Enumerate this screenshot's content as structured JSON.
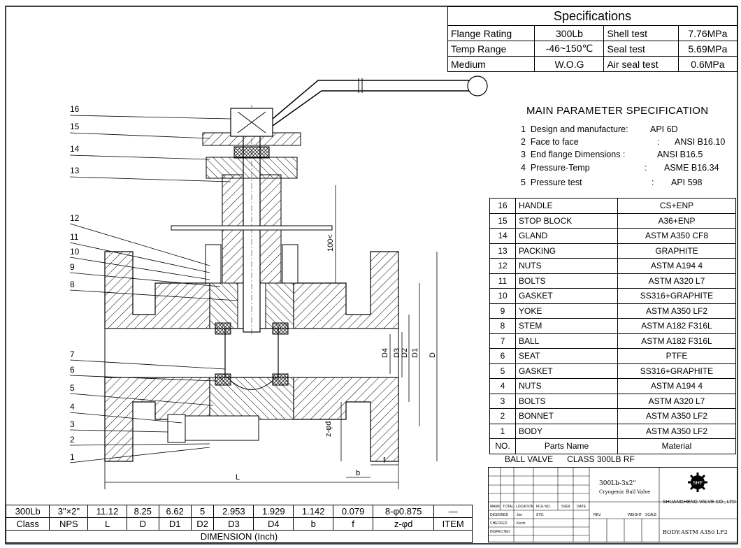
{
  "specifications": {
    "title": "Specifications",
    "rows": [
      {
        "label": "Flange Rating",
        "value": "300Lb",
        "test": "Shell test",
        "test_value": "7.76MPa"
      },
      {
        "label": "Temp Range",
        "value": "-46~150℃",
        "test": "Seal test",
        "test_value": "5.69MPa"
      },
      {
        "label": "Medium",
        "value": "W.O.G",
        "test": "Air seal test",
        "test_value": "0.6MPa"
      }
    ]
  },
  "main_parameter": {
    "title": "MAIN PARAMETER SPECIFICATION",
    "items": [
      {
        "no": "1",
        "label": "Design and manufacture:",
        "value": "API 6D"
      },
      {
        "no": "2",
        "label": "Face to face",
        "sep": ":",
        "value": "ANSI B16.10"
      },
      {
        "no": "3",
        "label": "End flange Dimensions :",
        "value": "ANSI B16.5"
      },
      {
        "no": "4",
        "label": "Pressure-Temp",
        "sep": ":",
        "value": "ASME B16.34"
      },
      {
        "no": "5",
        "label": "Pressure test",
        "sep": ":",
        "value": "API 598"
      }
    ]
  },
  "parts": {
    "header": {
      "no": "NO.",
      "name": "Parts Name",
      "material": "Material"
    },
    "rows": [
      {
        "no": "16",
        "name": "HANDLE",
        "material": "CS+ENP"
      },
      {
        "no": "15",
        "name": "STOP BLOCK",
        "material": "A36+ENP"
      },
      {
        "no": "14",
        "name": "GLAND",
        "material": "ASTM A350 CF8"
      },
      {
        "no": "13",
        "name": "PACKING",
        "material": "GRAPHITE"
      },
      {
        "no": "12",
        "name": "NUTS",
        "material": "ASTM A194 4"
      },
      {
        "no": "11",
        "name": "BOLTS",
        "material": "ASTM A320 L7"
      },
      {
        "no": "10",
        "name": "GASKET",
        "material": "SS316+GRAPHITE"
      },
      {
        "no": "9",
        "name": "YOKE",
        "material": "ASTM A350 LF2"
      },
      {
        "no": "8",
        "name": "STEM",
        "material": "ASTM A182 F316L"
      },
      {
        "no": "7",
        "name": "BALL",
        "material": "ASTM A182 F316L"
      },
      {
        "no": "6",
        "name": "SEAT",
        "material": "PTFE"
      },
      {
        "no": "5",
        "name": "GASKET",
        "material": "SS316+GRAPHITE"
      },
      {
        "no": "4",
        "name": "NUTS",
        "material": "ASTM A194 4"
      },
      {
        "no": "3",
        "name": "BOLTS",
        "material": "ASTM A320 L7"
      },
      {
        "no": "2",
        "name": "BONNET",
        "material": "ASTM A350 LF2"
      },
      {
        "no": "1",
        "name": "BODY",
        "material": "ASTM A350 LF2"
      }
    ]
  },
  "valve_title": {
    "name": "BALL VALVE",
    "class": "CLASS 300LB RF"
  },
  "dimensions": {
    "values": [
      "300Lb",
      "3\"×2\"",
      "11.12",
      "8.25",
      "6.62",
      "5",
      "2.953",
      "1.929",
      "1.142",
      "0.079",
      "8-φ0.875",
      "—"
    ],
    "headers": [
      "Class",
      "NPS",
      "L",
      "D",
      "D1",
      "D2",
      "D3",
      "D4",
      "b",
      "f",
      "z-φd",
      "ITEM"
    ],
    "caption": "DIMENSION (Inch)"
  },
  "title_block": {
    "model": "300Lb-3x2\"",
    "description": "Cryogenic Ball Valve",
    "company": "SHUANGHENG VALVE CO., LTD",
    "logo_text": "SHF",
    "body_note": "BODY:ASTM A350 LF2",
    "cols": [
      "MARK",
      "TOTAL",
      "LOCATION",
      "FILE NO.",
      "SIGN",
      "DATE"
    ],
    "designed_label": "DESIGNED",
    "designed_by": "Joe",
    "std_label": "STD.",
    "checked_label": "CHECKED",
    "checked_by": "Kevin",
    "inspected_label": "INSPECTED",
    "rev_label": "REV.",
    "weight_label": "WEIGHT",
    "scale_label": "SCALE"
  },
  "drawing": {
    "callouts": [
      "16",
      "15",
      "14",
      "13",
      "12",
      "11",
      "10",
      "9",
      "8",
      "7",
      "6",
      "5",
      "4",
      "3",
      "2",
      "1"
    ],
    "dim_labels": {
      "L": "L",
      "D": "D",
      "D1": "D1",
      "D2": "D2",
      "D3": "D3",
      "D4": "D4",
      "b": "b",
      "f": "f",
      "zd": "z-φd",
      "h": "100<"
    }
  }
}
